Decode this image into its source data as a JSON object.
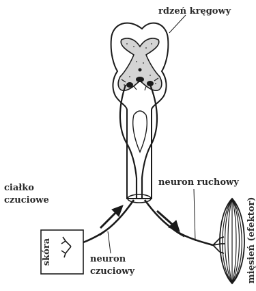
{
  "labels": {
    "spinal_cord": "rdzeń kręgowy",
    "receptor_line1": "ciałko",
    "receptor_line2": "czuciowe",
    "motor_neuron": "neuron ruchowy",
    "sensory_line1": "neuron",
    "sensory_line2": "czuciowy",
    "skin": "skóra",
    "muscle": "mięsień (efektor)"
  },
  "colors": {
    "ink": "#1a1a1a",
    "grey_matter": "#d4d4d4",
    "text": "#2a2a2a"
  }
}
